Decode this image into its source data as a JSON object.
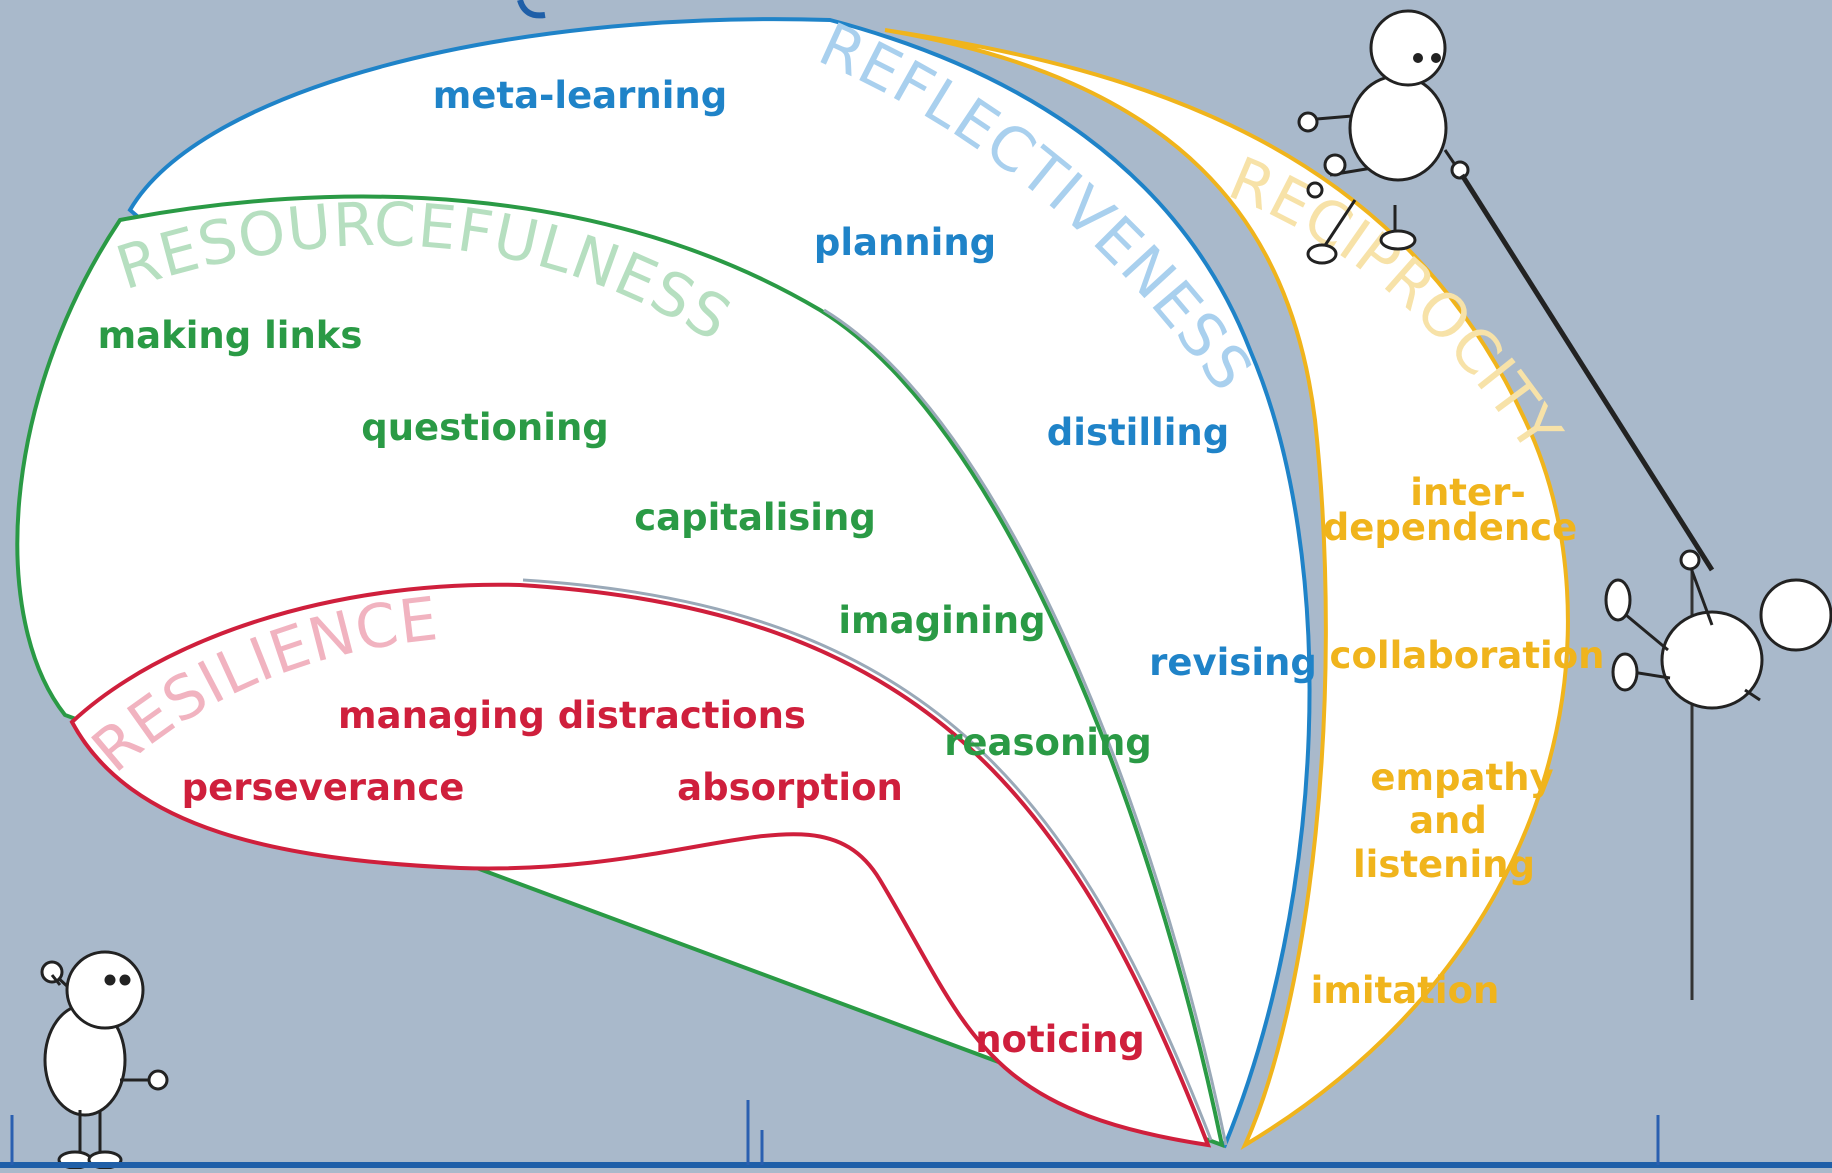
{
  "colors": {
    "background": "#a9b9cb",
    "reflectiveness": "#1f83c8",
    "reflectiveness_title": "#a9d0ee",
    "resourcefulness": "#2a9a45",
    "resourcefulness_title": "#b6dfc0",
    "resilience": "#cf1f3c",
    "resilience_title": "#f1b3c0",
    "reciprocity": "#f0b41c",
    "reciprocity_title": "#f7e2a8",
    "ground": "#1f5fa8"
  },
  "petals": {
    "reflectiveness": {
      "title": "REFLECTIVENESS",
      "items": [
        "meta-learning",
        "planning",
        "distilling",
        "revising"
      ]
    },
    "resourcefulness": {
      "title": "RESOURCEFULNESS",
      "items": [
        "making links",
        "questioning",
        "capitalising",
        "imagining",
        "reasoning"
      ]
    },
    "resilience": {
      "title": "RESILIENCE",
      "items": [
        "managing distractions",
        "perseverance",
        "absorption",
        "noticing"
      ]
    },
    "reciprocity": {
      "title": "RECIPROCITY",
      "items": [
        "inter-",
        "dependence",
        "collaboration",
        "empathy",
        "and",
        "listening",
        "imitation"
      ]
    }
  },
  "figures": [
    "stick-figure-pushing",
    "stick-figure-climbing-rope",
    "stick-figure-waving"
  ]
}
